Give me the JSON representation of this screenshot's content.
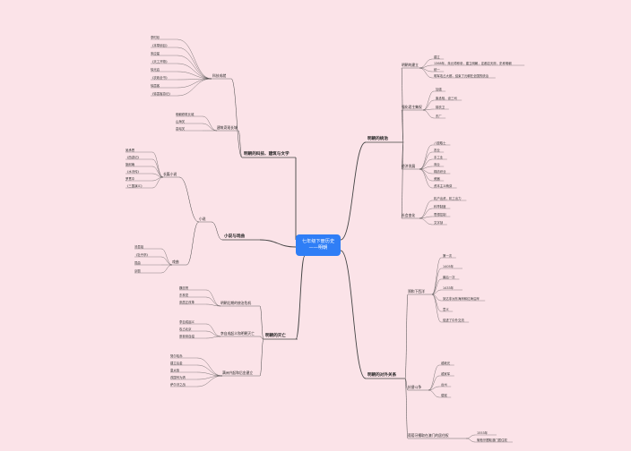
{
  "center": {
    "title": "七年级下册历史",
    "subtitle": "——明朝"
  },
  "colors": {
    "background": "#fbe3e8",
    "line": "#444444",
    "center": "#2f7ef6"
  },
  "branches": {
    "left_top": "明朝的科技、建筑与文学",
    "left_mid": "小说与戏曲",
    "left_bottom": "明朝的灭亡",
    "right_top": "明朝的统治",
    "right_bottom": "明朝的对外关系"
  },
  "subs": {
    "lt1": "科技成就",
    "lt2": "建筑奇观长城",
    "lt3": "小说",
    "lm1": "长篇小说",
    "lm2": "戏曲",
    "lb1": "明朝后期的统治危机",
    "lb2": "李自成起义和明朝灭亡",
    "lb3": "满洲兴起和后金建立",
    "rt1": "明朝的建立",
    "rt2": "强化君主集权",
    "rt3": "经济发展",
    "rt4": "社会变化",
    "rb1": "郑和下西洋",
    "rb2": "抗倭斗争",
    "rb3": "葡萄牙攫取在澳门的居住权"
  },
  "leaves_left": [
    "李时珍",
    "《本草纲目》",
    "宋应星",
    "《天工开物》",
    "徐光启",
    "《农政全书》",
    "徐霞客",
    "《徐霞客游记》",
    "明朝修筑长城",
    "山海关",
    "嘉峪关",
    "吴承恩",
    "《西游记》",
    "施耐庵",
    "《水浒传》",
    "罗贯中",
    "《三国演义》",
    "汤显祖",
    "《牡丹亭》",
    "昆曲",
    "京剧",
    "魏忠贤",
    "东林党",
    "张居正改革",
    "李自成起义",
    "攻占北京",
    "崇祯帝自缢",
    "努尔哈赤",
    "建立后金",
    "皇太极",
    "改国号为清",
    "萨尔浒之战"
  ],
  "leaves_right": [
    "建立",
    "1368年，朱元璋称帝，建立明朝，定都应天府，史称明朝",
    "统一",
    "明军攻占大都，结束了元朝在全国的统治",
    "加强",
    "废丞相，设三司",
    "锦衣卫",
    "东厂",
    "八股取士",
    "农业",
    "手工业",
    "商业",
    "棉纺织业",
    "瓷器",
    "资本主义萌芽",
    "机户出资，机工出力",
    "科举制度",
    "思想控制",
    "文字狱",
    "第一次",
    "1405年",
    "最后一次",
    "1433年",
    "到达非洲东海岸和红海沿岸",
    "意义",
    "促进了中外交流",
    "戚继光",
    "戚家军",
    "台州",
    "倭寇",
    "1553年",
    "葡萄牙攫取澳门居住权"
  ]
}
